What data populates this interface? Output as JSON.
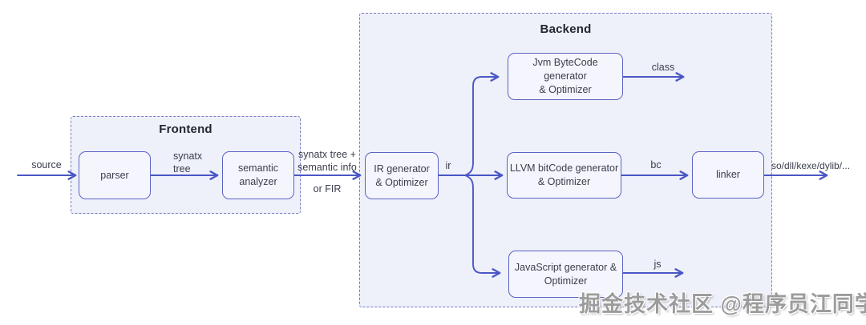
{
  "diagram": {
    "source_label": "source",
    "frontend": {
      "title": "Frontend",
      "nodes": {
        "parser": "parser",
        "semantic_analyzer": "semantic\nanalyzer"
      },
      "edge_labels": {
        "syntax_tree": "synatx\ntree"
      }
    },
    "frontend_to_backend": {
      "above": "synatx tree +\nsemantic info",
      "below": "or FIR"
    },
    "backend": {
      "title": "Backend",
      "nodes": {
        "ir_generator": "IR generator\n& Optimizer",
        "jvm_bytecode": "Jvm ByteCode generator\n& Optimizer",
        "llvm_bitcode": "LLVM bitCode generator\n& Optimizer",
        "linker": "linker",
        "javascript": "JavaScript generator &\nOptimizer"
      },
      "edge_labels": {
        "ir": "ir",
        "class": "class",
        "bc": "bc",
        "js": "js",
        "linker_output": "so/dll/kexe/dylib/..."
      }
    },
    "watermark": "掘金技术社区 @程序员江同学",
    "colors": {
      "arrow": "#4a57c5",
      "node_border": "#5a63c4",
      "node_bg": "#f5f6fd",
      "container_bg": "#eef0fa",
      "container_dash": "#747cc0",
      "text": "#3a3e4b",
      "title": "#23262e",
      "watermark": "#9c9c9c"
    }
  }
}
